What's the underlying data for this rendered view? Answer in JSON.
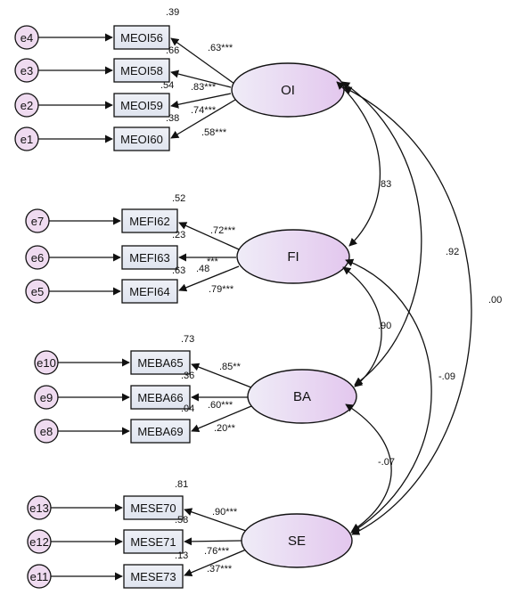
{
  "latents": [
    {
      "id": "OI",
      "label": "OI",
      "indicators": [
        "MEOI56",
        "MEOI58",
        "MEOI59",
        "MEOI60"
      ]
    },
    {
      "id": "FI",
      "label": "FI",
      "indicators": [
        "MEFI62",
        "MEFI63",
        "MEFI64"
      ]
    },
    {
      "id": "BA",
      "label": "BA",
      "indicators": [
        "MEBA65",
        "MEBA66",
        "MEBA69"
      ]
    },
    {
      "id": "SE",
      "label": "SE",
      "indicators": [
        "MESE70",
        "MESE71",
        "MESE73"
      ]
    }
  ],
  "indicators": [
    {
      "id": "MEOI56",
      "label": "MEOI56",
      "error": "e4",
      "r2": ".39",
      "loading": ".63***"
    },
    {
      "id": "MEOI58",
      "label": "MEOI58",
      "error": "e3",
      "r2": ".66",
      "loading": ".83***"
    },
    {
      "id": "MEOI59",
      "label": "MEOI59",
      "error": "e2",
      "r2": ".54",
      "loading": ".74***"
    },
    {
      "id": "MEOI60",
      "label": "MEOI60",
      "error": "e1",
      "r2": ".38",
      "loading": ".58***"
    },
    {
      "id": "MEFI62",
      "label": "MEFI62",
      "error": "e7",
      "r2": ".52",
      "loading": ".72***"
    },
    {
      "id": "MEFI63",
      "label": "MEFI63",
      "error": "e6",
      "r2": ".23",
      "loading": "***"
    },
    {
      "id": "MEFI64",
      "label": "MEFI64",
      "error": "e5",
      "r2": ".63",
      "loading": ".79***"
    },
    {
      "id": "MEBA65",
      "label": "MEBA65",
      "error": "e10",
      "r2": ".73",
      "loading": ".85**"
    },
    {
      "id": "MEBA66",
      "label": "MEBA66",
      "error": "e9",
      "r2": ".36",
      "loading": ".60***"
    },
    {
      "id": "MEBA69",
      "label": "MEBA69",
      "error": "e8",
      "r2": ".04",
      "loading": ".20**"
    },
    {
      "id": "MESE70",
      "label": "MESE70",
      "error": "e13",
      "r2": ".81",
      "loading": ".90***"
    },
    {
      "id": "MESE71",
      "label": "MESE71",
      "error": "e12",
      "r2": ".58",
      "loading": ".76***"
    },
    {
      "id": "MESE73",
      "label": "MESE73",
      "error": "e11",
      "r2": ".13",
      "loading": ".37***"
    }
  ],
  "extra_labels": {
    "fi_loading_48": ".48"
  },
  "covariances": [
    {
      "from": "OI",
      "to": "FI",
      "value": ".83"
    },
    {
      "from": "FI",
      "to": "BA",
      "value": ".90"
    },
    {
      "from": "BA",
      "to": "SE",
      "value": "-.07"
    },
    {
      "from": "OI",
      "to": "BA",
      "value": ".92"
    },
    {
      "from": "FI",
      "to": "SE",
      "value": "-.09"
    },
    {
      "from": "OI",
      "to": "SE",
      "value": ".00"
    }
  ],
  "colors": {
    "ellipse_fill_a": "#ede8f6",
    "ellipse_fill_b": "#e5c8ee",
    "box_fill_a": "#e4e9f2",
    "box_fill_b": "#eeeaf5",
    "err_fill": "#efdbf0",
    "stroke": "#111111"
  }
}
